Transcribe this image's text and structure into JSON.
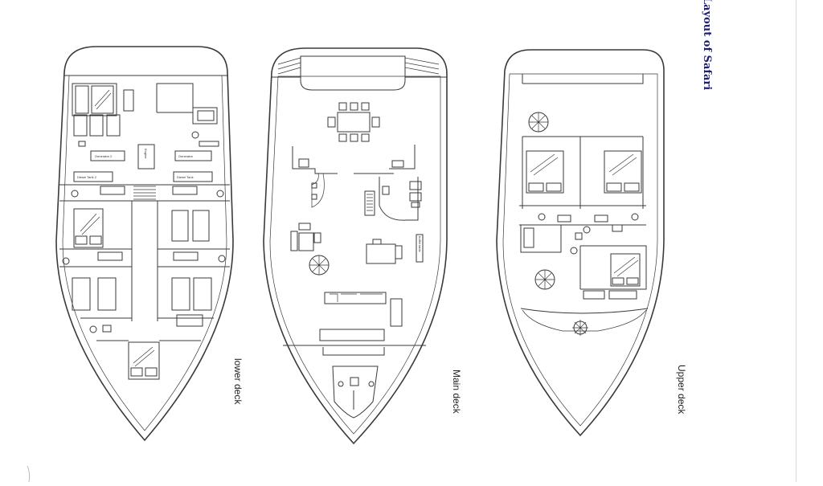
{
  "page": {
    "title": "Layout of Safari",
    "title_color": "#1f1f6b"
  },
  "decks": [
    {
      "id": "lower",
      "label": "lower deck",
      "rooms": {
        "engine": "Engine",
        "generator_left": "Generator 2",
        "generator_right": "Generator",
        "diesel_tank_left": "Diesel Tank 2",
        "diesel_tank_right": "Diesel Tank"
      }
    },
    {
      "id": "main",
      "label": "Main deck",
      "rooms": {
        "buffet": "buffet table"
      }
    },
    {
      "id": "upper",
      "label": "Upper deck",
      "rooms": {}
    }
  ]
}
